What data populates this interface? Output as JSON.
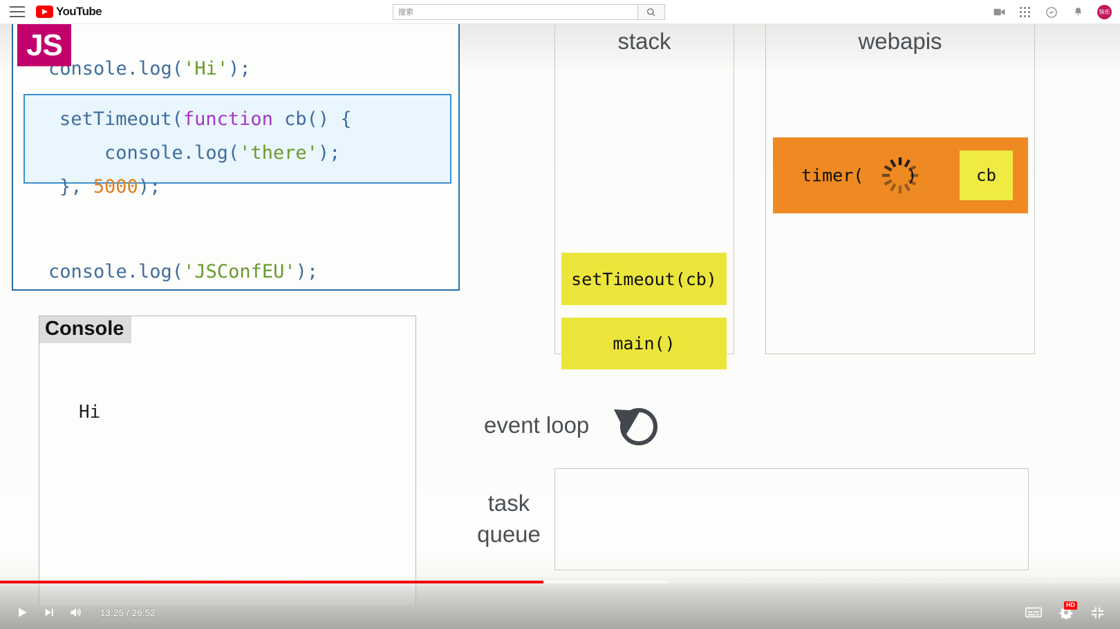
{
  "header": {
    "menu_icon": "hamburger-menu-icon",
    "logo_text": "YouTube",
    "search": {
      "placeholder": "搜索",
      "value": "",
      "button_icon": "search-icon"
    },
    "actions": [
      {
        "icon": "create-video-icon",
        "name": "create-video"
      },
      {
        "icon": "apps-grid-icon",
        "name": "youtube-apps"
      },
      {
        "icon": "messages-icon",
        "name": "messages"
      },
      {
        "icon": "notifications-bell-icon",
        "name": "notifications"
      }
    ],
    "avatar_text": "快乐",
    "avatar_color": "#c2185b"
  },
  "slide": {
    "code": {
      "badge": "JS",
      "badge_color": "#c2006c",
      "line1": "console.log('Hi');",
      "line1_parts": {
        "fn": "console.log(",
        "str": "'Hi'",
        "end": ");"
      },
      "highlight": {
        "line1_fn": "setTimeout(",
        "line1_kw": "function",
        "line1_rest": " cb() {",
        "line2_fn": "    console.log(",
        "line2_str": "'there'",
        "line2_end": ");",
        "line3_a": "}, ",
        "line3_num": "5000",
        "line3_end": ");"
      },
      "line5_fn": "console.log(",
      "line5_str": "'JSConfEU'",
      "line5_end": ");"
    },
    "console": {
      "title": "Console",
      "output": "Hi"
    },
    "stack": {
      "title": "stack",
      "frames": [
        {
          "label": "setTimeout(cb)",
          "color": "#ece53c"
        },
        {
          "label": "main()",
          "color": "#ece53c"
        }
      ]
    },
    "webapis": {
      "title": "webapis",
      "timer": {
        "label_left": "timer(",
        "label_right": ")",
        "color": "#ef8a22",
        "spinner_icon": "loading-spinner-icon",
        "callback_label": "cb",
        "callback_color": "#f0ea44"
      }
    },
    "event_loop": {
      "label": "event loop",
      "icon": "circular-arrow-icon"
    },
    "task_queue": {
      "label_line1": "task",
      "label_line2": "queue",
      "items": []
    }
  },
  "player": {
    "play_icon": "play-icon",
    "next_icon": "next-video-icon",
    "volume_icon": "volume-icon",
    "time": "13:25 / 26:52",
    "current_time": "13:25",
    "duration": "26:52",
    "progress_percent": 48.5,
    "buffered_percent": 59.6,
    "progress_color": "#f00000",
    "subtitles_icon": "subtitles-icon",
    "settings_icon": "settings-gear-icon",
    "quality_badge": "HD",
    "fullscreen_icon": "exit-fullscreen-icon"
  }
}
